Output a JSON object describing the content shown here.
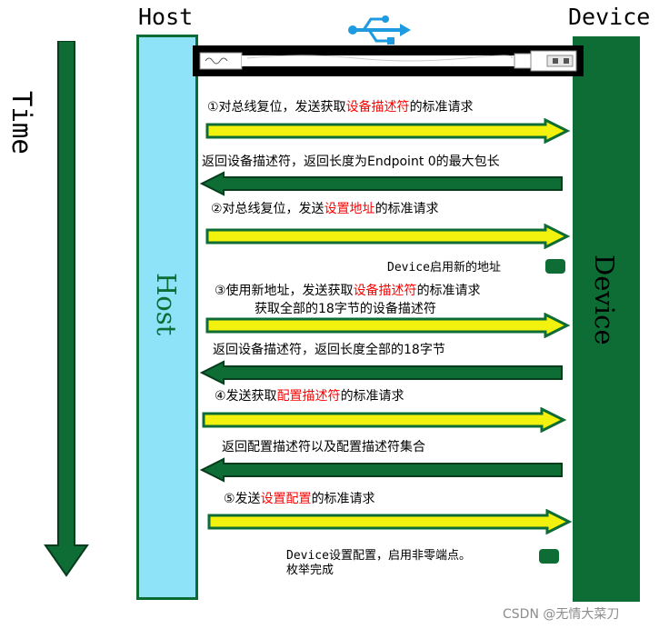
{
  "header": {
    "host": "Host",
    "device": "Device"
  },
  "columns": {
    "host_label": "Host",
    "device_label": "Device"
  },
  "time_label": "Time",
  "colors": {
    "request_arrow": "#f2f20e",
    "response_arrow": "#0d6d34",
    "device_green": "#0d6d34",
    "host_blue": "#8ee3f8",
    "highlight_red": "#ff0000",
    "usb_icon": "#1e9be0"
  },
  "icons": [
    "usb-icon",
    "usb-cable-icon"
  ],
  "steps": {
    "s1_a": "①对总线复位，发送获取",
    "s1_red": "设备描述符",
    "s1_b": "的标准请求",
    "r1": "返回设备描述符，返回长度为Endpoint 0的最大包长",
    "s2_a": "②对总线复位，发送",
    "s2_red": "设置地址",
    "s2_b": "的标准请求",
    "n1": "Device启用新的地址",
    "s3_a": "③使用新地址，发送获取",
    "s3_red": "设备描述符",
    "s3_b": "的标准请求",
    "s3_line2": "获取全部的18字节的设备描述符",
    "r2": "返回设备描述符，返回长度全部的18字节",
    "s4_a": "④发送获取",
    "s4_red": "配置描述符",
    "s4_b": "的标准请求",
    "r3": "返回配置描述符以及配置描述符集合",
    "s5_a": "⑤发送",
    "s5_red": "设置配置",
    "s5_b": "的标准请求",
    "n2_line1": "Device设置配置，启用非零端点。",
    "n2_line2": "枚举完成"
  },
  "watermark": "CSDN @无情大菜刀"
}
